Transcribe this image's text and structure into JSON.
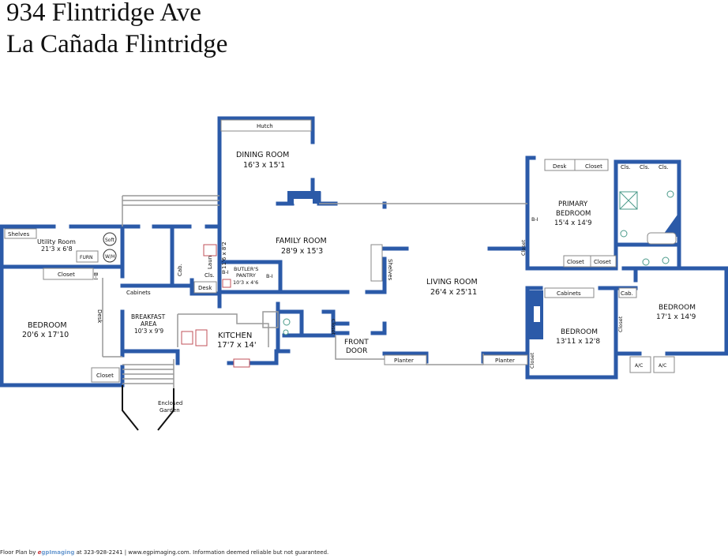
{
  "header": {
    "address_line1": "934 Flintridge Ave",
    "address_line2": "La Cañada Flintridge"
  },
  "colors": {
    "wall": "#2b5aa8",
    "thin_line": "#888888",
    "fixture_red": "#c0505a",
    "fixture_teal": "#4a9a8a",
    "text": "#111111"
  },
  "rooms": {
    "utility": {
      "name": "Utility Room",
      "dims": "21'3 x 6'8"
    },
    "bedroom_west": {
      "name": "BEDROOM",
      "dims": "20'6 x 17'10"
    },
    "breakfast": {
      "name_line1": "BREAKFAST",
      "name_line2": "AREA",
      "dims": "10'3 x 9'9"
    },
    "laundry": {
      "name": "Laundry",
      "dims": "11'6 x 8'2"
    },
    "butlers_pantry": {
      "name_line1": "BUTLER'S",
      "name_line2": "PANTRY",
      "dims": "10'3 x 4'6"
    },
    "kitchen": {
      "name": "KITCHEN",
      "dims": "17'7 x 14'"
    },
    "dining": {
      "name": "DINING ROOM",
      "dims": "16'3 x 15'1"
    },
    "family": {
      "name": "FAMILY ROOM",
      "dims": "28'9 x 15'3"
    },
    "living": {
      "name": "LIVING ROOM",
      "dims": "26'4 x 25'11"
    },
    "front_door": {
      "name_line1": "FRONT",
      "name_line2": "DOOR"
    },
    "primary": {
      "name_line1": "PRIMARY",
      "name_line2": "BEDROOM",
      "dims": "15'4 x 14'9"
    },
    "bedroom_mid": {
      "name": "BEDROOM",
      "dims": "13'11 x 12'8"
    },
    "bedroom_east": {
      "name": "BEDROOM",
      "dims": "17'1 x 14'9"
    },
    "garden": {
      "name_line1": "Enclosed",
      "name_line2": "Garden"
    }
  },
  "labels": {
    "shelves": "Shelves",
    "soft": "Soft",
    "wh": "W/H",
    "furn": "FURN",
    "closet": "Closet",
    "bi": "B-I",
    "desk": "Desk",
    "cabinets": "Cabinets",
    "cab": "Cab.",
    "cls": "Cls.",
    "hutch": "Hutch",
    "planter": "Planter",
    "ac": "A/C"
  },
  "footer": {
    "prefix": "Floor Plan by",
    "brand_e": "e",
    "brand_gp": "gp",
    "brand_imaging": "Imaging",
    "suffix": "at 323-928-2241 | www.egpimaging.com. Information deemed reliable but not guaranteed."
  }
}
